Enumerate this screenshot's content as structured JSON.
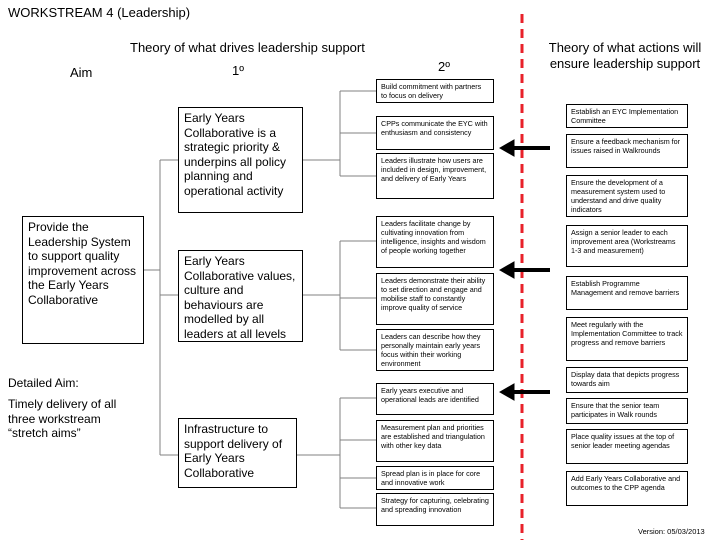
{
  "title": "WORKSTREAM 4 (Leadership)",
  "header": {
    "theory_drives": "Theory of what drives leadership support",
    "theory_actions": "Theory of what actions will ensure leadership support",
    "aim": "Aim",
    "primary": "1º",
    "secondary": "2º"
  },
  "aim_box": "Provide the Leadership System to support quality improvement across the Early Years Collaborative",
  "detailed_aim": {
    "label": "Detailed Aim:",
    "text": "Timely delivery of all three workstream “stretch aims”"
  },
  "primary_drivers": [
    "Early Years Collaborative is a strategic priority & underpins all policy planning and operational activity",
    "Early Years Collaborative values, culture and behaviours are modelled by all leaders at all levels",
    "Infrastructure to support delivery of Early Years Collaborative"
  ],
  "secondary_drivers": [
    "Build commitment with partners to focus on delivery",
    "CPPs communicate the EYC with enthusiasm and consistency",
    "Leaders illustrate how users are included in design, improvement, and delivery of Early Years",
    "Leaders facilitate change by cultivating innovation from intelligence, insights and wisdom of people working together",
    "Leaders demonstrate their ability to set direction and engage and mobilise staff to constantly improve quality of service",
    "Leaders can describe how they personally maintain early years focus within their working environment",
    "Early years executive and operational leads are identified",
    "Measurement plan and priorities are established and triangulation with other key data",
    "Spread plan is in place for core and innovative work",
    "Strategy for capturing, celebrating and spreading innovation"
  ],
  "actions": [
    "Establish an EYC Implementation Committee",
    "Ensure a feedback mechanism for issues raised in Walkrounds",
    "Ensure the development of a measurement system used to understand and drive quality indicators",
    "Assign a senior leader to each improvement area (Workstreams 1-3 and measurement)",
    "Establish Programme Management and remove barriers",
    "Meet regularly with the Implementation Committee to track progress and remove barriers",
    "Display data that depicts progress towards aim",
    "Ensure that the senior team participates in Walk rounds",
    "Place quality issues at the top of senior leader meeting agendas",
    "Add Early Years Collaborative and outcomes to the CPP agenda"
  ],
  "version": "Version: 05/03/2013",
  "colors": {
    "divider": "#e8212a",
    "lines": "#808080"
  }
}
